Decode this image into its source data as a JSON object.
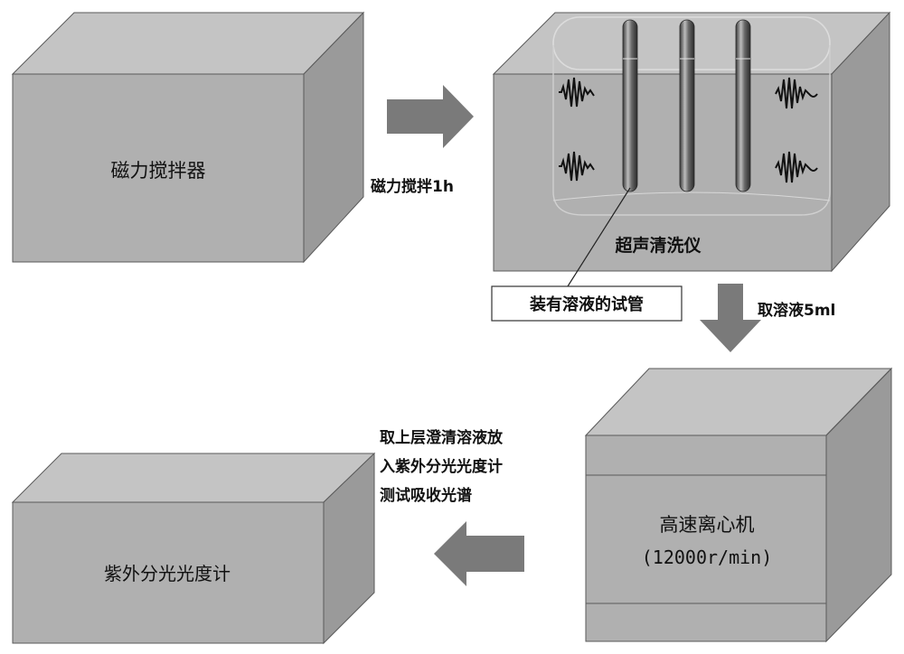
{
  "labels": {
    "magnetic_stirrer": "磁力搅拌器",
    "step_stir": "磁力搅拌1h",
    "ultrasonic_cleaner": "超声清洗仪",
    "tube_callout": "装有溶液的试管",
    "step_take_solution": "取溶液5ml",
    "centrifuge_name": "高速离心机",
    "centrifuge_speed": "(12000r/min)",
    "step_measure_line1": "取上层澄清溶液放",
    "step_measure_line2": "入紫外分光光度计",
    "step_measure_line3": "测试吸收光谱",
    "uv_spectrophotometer": "紫外分光光度计"
  },
  "colors": {
    "box_front": "#b0b0b0",
    "box_top": "#c4c4c4",
    "box_side": "#9a9a9a",
    "arrow": "#7a7a7a",
    "outline": "#5a5a5a"
  }
}
